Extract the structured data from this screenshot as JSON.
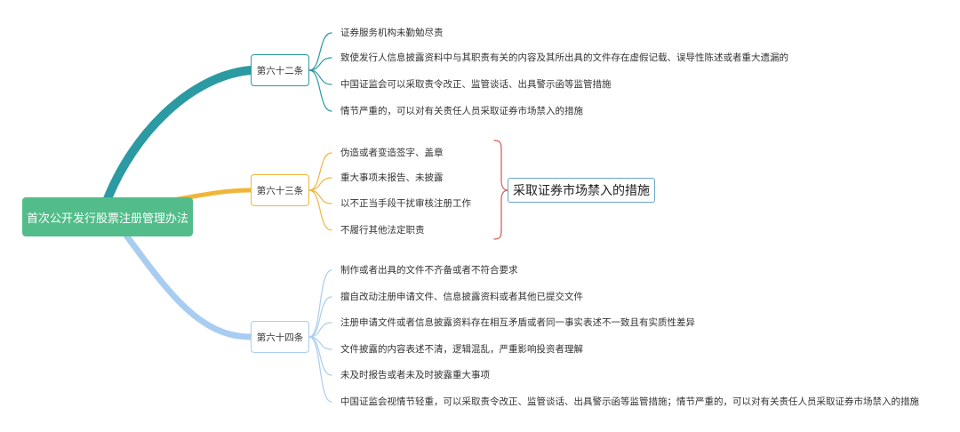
{
  "root": {
    "label": "首次公开发行股票注册管理办法"
  },
  "branches": [
    {
      "label": "第六十二条",
      "color": "#2b9aa2",
      "items": [
        "证券服务机构未勤勉尽责",
        "致使发行人信息披露资料中与其职责有关的内容及其所出具的文件存在虚假记载、误导性陈述或者重大遗漏的",
        "中国证监会可以采取责令改正、监管谈话、出具警示函等监管措施",
        "情节严重的，可以对有关责任人员采取证券市场禁入的措施"
      ]
    },
    {
      "label": "第六十三条",
      "color": "#f0b63a",
      "items": [
        "伪造或者变造签字、盖章",
        "重大事项未报告、未披露",
        "以不正当手段干扰审核注册工作",
        "不履行其他法定职责"
      ]
    },
    {
      "label": "第六十四条",
      "color": "#a9cdf0",
      "items": [
        "制作或者出具的文件不齐备或者不符合要求",
        "擅自改动注册申请文件、信息披露资料或者其他已提交文件",
        "注册申请文件或者信息披露资料存在相互矛盾或者同一事实表述不一致且有实质性差异",
        "文件披露的内容表述不清，逻辑混乱，严重影响投资者理解",
        "未及时报告或者未及时披露重大事项",
        "中国证监会视情节轻重，可以采取责令改正、监管谈话、出具警示函等监管措施；情节严重的，可以对有关责任人员采取证券市场禁入的措施"
      ]
    }
  ],
  "summary": {
    "label": "采取证券市场禁入的措施",
    "brace_color": "#d9534f",
    "border_color": "#6aa5c9"
  }
}
